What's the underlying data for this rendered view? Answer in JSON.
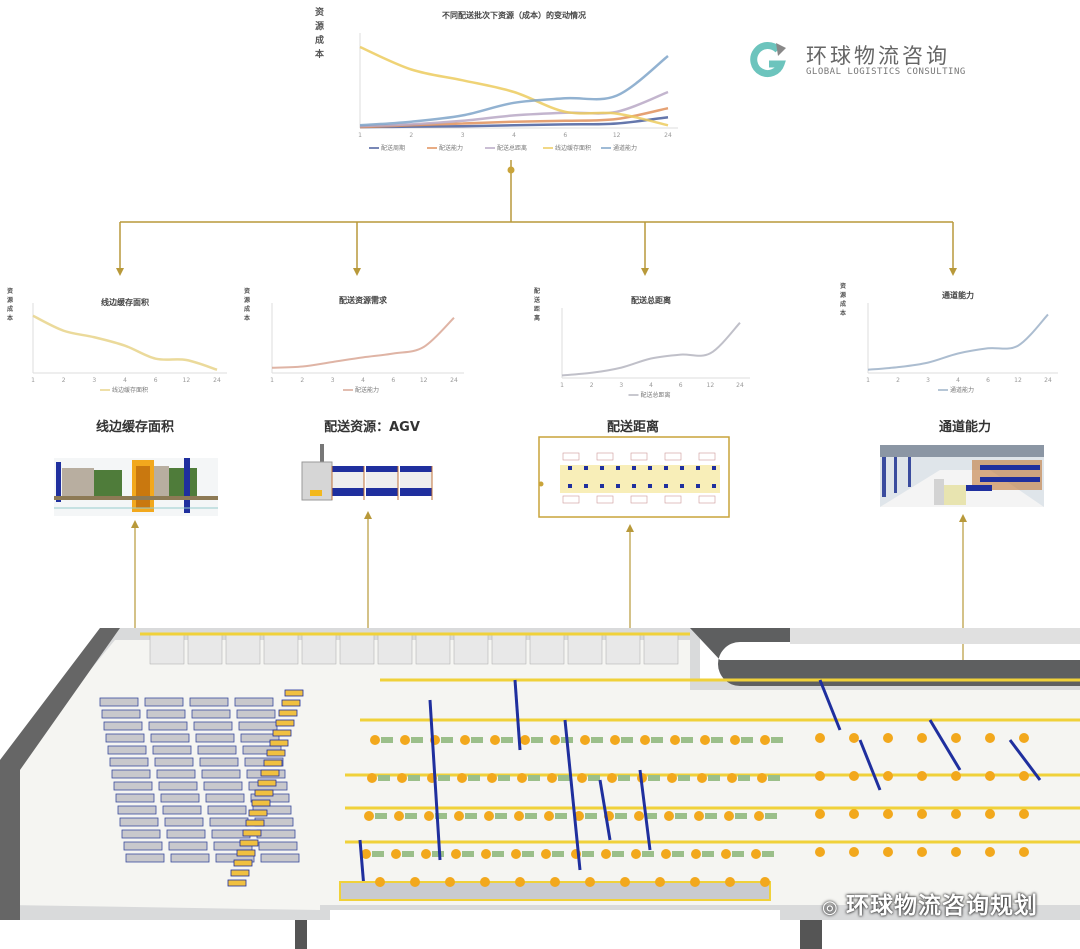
{
  "logo": {
    "cn": "环球物流咨询",
    "en": "GLOBAL LOGISTICS CONSULTING"
  },
  "watermark": "环球物流咨询规划",
  "colors": {
    "connector": "#b8993a",
    "brand": "#6cc4bd",
    "rack_blue": "#1f2f9e",
    "part_orange": "#f2a81d",
    "line_yellow": "#f0d13a"
  },
  "sections": [
    {
      "title": "线边缓存面积"
    },
    {
      "title": "配送资源：AGV"
    },
    {
      "title": "配送距离"
    },
    {
      "title": "通道能力"
    }
  ],
  "chart_data": [
    {
      "type": "line",
      "title": "不同配送批次下资源（成本）的变动情况",
      "ylabel": "资源成本",
      "xlabel": "",
      "categories": [
        "1",
        "2",
        "3",
        "4",
        "6",
        "12",
        "24"
      ],
      "ylim": [
        0,
        100
      ],
      "series": [
        {
          "name": "配送周期",
          "color": "#4a5f9e",
          "values": [
            1,
            1.5,
            2,
            3,
            4,
            5,
            12
          ]
        },
        {
          "name": "配送能力",
          "color": "#e0905a",
          "values": [
            1,
            3,
            5,
            7,
            8,
            10,
            22
          ]
        },
        {
          "name": "配送总距离",
          "color": "#b9a8c6",
          "values": [
            2,
            4,
            8,
            14,
            17,
            18,
            40
          ]
        },
        {
          "name": "线边缓存面积",
          "color": "#eccb5e",
          "values": [
            90,
            65,
            53,
            40,
            18,
            16,
            3
          ]
        },
        {
          "name": "通道能力",
          "color": "#7fa4c9",
          "values": [
            3,
            7,
            14,
            28,
            33,
            36,
            80
          ]
        }
      ]
    },
    {
      "type": "line",
      "title": "线边缓存面积",
      "ylabel": "资源成本",
      "categories": [
        "1",
        "2",
        "3",
        "4",
        "6",
        "12",
        "24"
      ],
      "ylim": [
        0,
        100
      ],
      "series": [
        {
          "name": "线边缓存面积",
          "color": "#e8d48a",
          "values": [
            88,
            65,
            55,
            42,
            22,
            20,
            5
          ]
        }
      ]
    },
    {
      "type": "line",
      "title": "配送资源需求",
      "ylabel": "资源成本",
      "categories": [
        "1",
        "2",
        "3",
        "4",
        "6",
        "12",
        "24"
      ],
      "ylim": [
        0,
        100
      ],
      "series": [
        {
          "name": "配送能力",
          "color": "#d9a795",
          "values": [
            8,
            10,
            17,
            24,
            30,
            40,
            85
          ]
        }
      ]
    },
    {
      "type": "line",
      "title": "配送总距离",
      "ylabel": "配送距离",
      "categories": [
        "1",
        "2",
        "3",
        "4",
        "6",
        "12",
        "24"
      ],
      "ylim": [
        0,
        100
      ],
      "series": [
        {
          "name": "配送总距离",
          "color": "#b5b5bf",
          "values": [
            4,
            8,
            16,
            30,
            36,
            38,
            85
          ]
        }
      ]
    },
    {
      "type": "line",
      "title": "通道能力",
      "ylabel": "资源成本",
      "categories": [
        "1",
        "2",
        "3",
        "4",
        "6",
        "12",
        "24"
      ],
      "ylim": [
        0,
        100
      ],
      "series": [
        {
          "name": "通道能力",
          "color": "#9db2c8",
          "values": [
            5,
            9,
            16,
            30,
            38,
            42,
            90
          ]
        }
      ]
    }
  ]
}
